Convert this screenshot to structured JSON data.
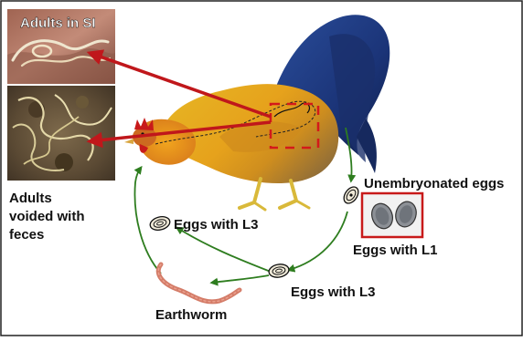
{
  "photo_label_top": "Adults in SI",
  "labels": {
    "adults_voided_line1": "Adults",
    "adults_voided_line2": "voided with",
    "adults_voided_line3": "feces",
    "unembryonated": "Unembryonated eggs",
    "eggs_l1": "Eggs with L1",
    "eggs_l3_right": "Eggs with L3",
    "eggs_l3_left": "Eggs with L3",
    "earthworm": "Earthworm"
  },
  "colors": {
    "arrow_red": "#c0171b",
    "cycle_green": "#2e7d1f",
    "rooster_yellow": "#e3b21c",
    "rooster_orange": "#e58a1a",
    "rooster_blue": "#1f3f8f",
    "comb_red": "#c81a1a",
    "earthworm_pink": "#d47c68"
  }
}
